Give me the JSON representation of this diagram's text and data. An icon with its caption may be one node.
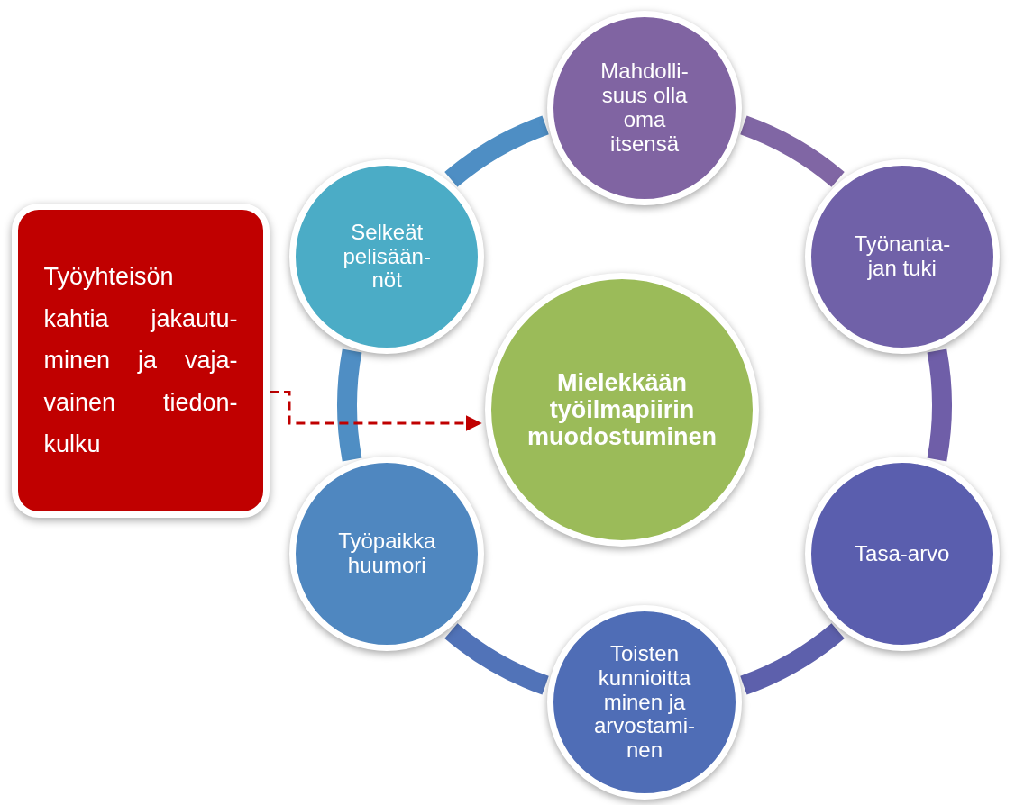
{
  "diagram": {
    "nodes": [
      {
        "text": [
          "Mielekkään työilmapiirin muodostuminen"
        ]
      },
      {
        "text": [
          "Mahdolli- suus olla oma itsensä"
        ]
      },
      {
        "text": [
          "Työnanta- jan tuki"
        ]
      },
      {
        "text": [
          "Tasa-arvo"
        ]
      },
      {
        "text": [
          "Toisten kunnioitta minen ja arvostami- nen"
        ]
      },
      {
        "text": [
          "Työpaikka huumori"
        ]
      },
      {
        "text": [
          "Selkeät pelisään- nöt"
        ]
      },
      {
        "text": [
          "Työyhteisön kahtia jakautu- minen ja vaja- vainen tiedon- kulku"
        ]
      }
    ],
    "edges": [
      {
        "from": 1,
        "to": 2,
        "arrow": "none",
        "color": "#8066a4"
      },
      {
        "from": 2,
        "to": 3,
        "arrow": "none",
        "color": "#6f5ea8"
      },
      {
        "from": 3,
        "to": 4,
        "arrow": "none",
        "color": "#5d60ac"
      },
      {
        "from": 4,
        "to": 5,
        "arrow": "none",
        "color": "#5173b8"
      },
      {
        "from": 5,
        "to": 6,
        "arrow": "none",
        "color": "#4f8ec4"
      },
      {
        "from": 6,
        "to": 1,
        "arrow": "none",
        "color": "#4e8ec4"
      },
      {
        "from": 7,
        "to": 0,
        "arrow": "to",
        "style": "dashed",
        "color": "#c00000"
      }
    ]
  }
}
